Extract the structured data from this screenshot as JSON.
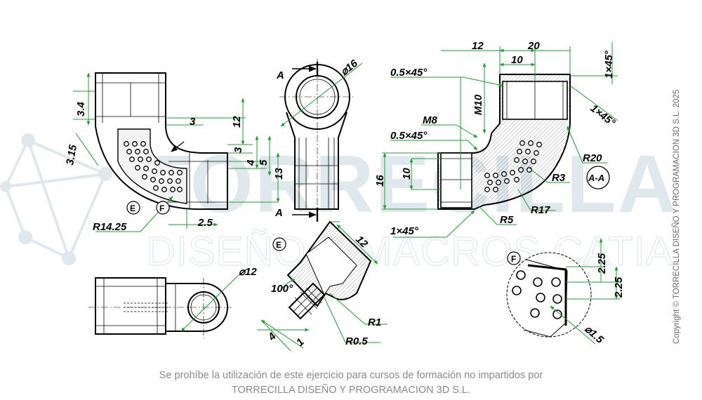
{
  "watermark": {
    "brand": "TORRECILLA",
    "tagline": "DISEÑO & MACROS CATIA"
  },
  "copyright": "Copyright © TORRECILLA DISEÑO Y PROGRAMACION 3D S.L. 2025",
  "footer": {
    "line1": "Se prohíbe la utilización de este ejercicio para cursos de formación no impartidos por",
    "line2": "TORRECILLA DISEÑO Y PROGRAMACION 3D S.L."
  },
  "views": {
    "front": {
      "dims": {
        "d3_4": "3.4",
        "d3_15": "3.15",
        "d3": "3",
        "d12": "12",
        "d3b": "3",
        "d4": "4",
        "d5": "5",
        "d13": "13",
        "d2_5": "2.5",
        "r14_25": "R14.25"
      },
      "callouts": {
        "e": "E",
        "f": "F"
      }
    },
    "side": {
      "dims": {
        "dia16": "⌀16"
      },
      "section_letters": {
        "top": "A",
        "bottom": "A"
      }
    },
    "section": {
      "dims": {
        "d12": "12",
        "d20": "20",
        "d10": "10",
        "ch1": "0.5×45°",
        "ch2": "0.5×45°",
        "ch_top": "1×45°",
        "ch_right": "1×45°",
        "m10": "M10",
        "m8": "M8",
        "d10b": "10",
        "d16": "16",
        "ch_bottom": "1×45°",
        "r20": "R20",
        "r3": "R3",
        "r17": "R17",
        "r5": "R5"
      },
      "label": "A-A"
    },
    "top": {
      "dims": {
        "dia12": "⌀12"
      }
    },
    "detail_e": {
      "label": "E",
      "dims": {
        "d12": "12",
        "a100": "100°",
        "d4": "4",
        "d1": "1",
        "r1": "R1",
        "r0_5": "R0.5"
      }
    },
    "detail_f": {
      "label": "F",
      "dims": {
        "d2_25a": "2.25",
        "d2_25b": "2.25",
        "dia1_5": "⌀1.5"
      }
    }
  }
}
